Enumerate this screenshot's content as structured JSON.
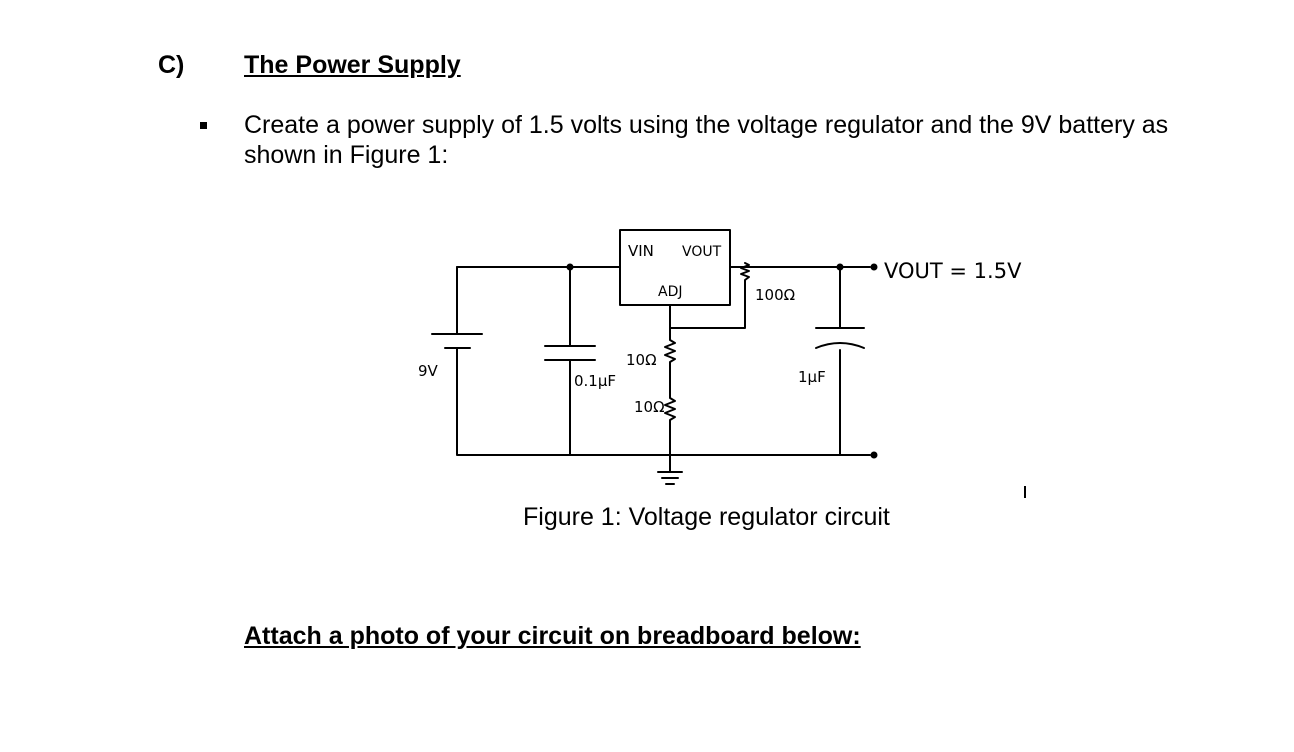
{
  "section": {
    "letter": "C)",
    "title": "The Power Supply"
  },
  "instruction": "Create a power supply of 1.5 volts using the voltage regulator and the 9V battery as shown in Figure 1:",
  "figure": {
    "labels": {
      "vin": "VIN",
      "vout_pin": "VOUT",
      "adj": "ADJ",
      "r_top": "100Ω",
      "battery": "9V",
      "cap_in": "0.1μF",
      "r_adj_1": "10Ω",
      "r_adj_2": "10Ω",
      "cap_out": "1μF",
      "vout_value": "VOUT = 1.5V"
    },
    "caption": "Figure 1: Voltage regulator circuit"
  },
  "attach_prompt": "Attach a photo of your circuit on breadboard below:"
}
